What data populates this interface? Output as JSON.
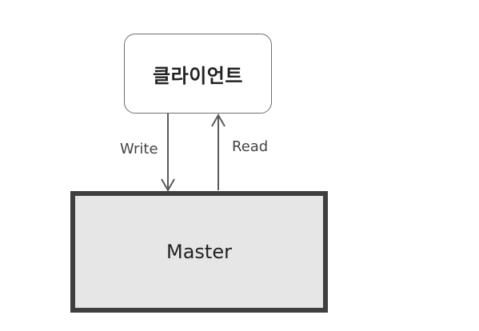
{
  "nodes": {
    "client": "클라이언트",
    "master": "Master"
  },
  "edges": {
    "write": "Write",
    "read": "Read"
  }
}
